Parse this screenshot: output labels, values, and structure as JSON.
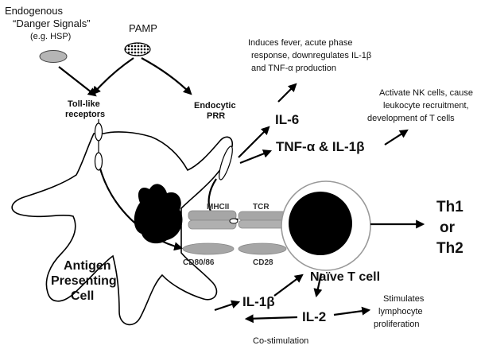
{
  "labels": {
    "endogenous_title": "Endogenous",
    "endogenous_sub": "“Danger Signals”",
    "endogenous_eg": "(e.g. HSP)",
    "pamp": "PAMP",
    "tlr_line1": "Toll-like",
    "tlr_line2": "receptors",
    "prr_line1": "Endocytic",
    "prr_line2": "PRR",
    "il6_effect_1": "Induces fever, acute phase",
    "il6_effect_2": "response, downregulates IL-1β",
    "il6_effect_3": "and TNF-α production",
    "tnf_effect_1": "Activate NK cells, cause",
    "tnf_effect_2": "leukocyte recruitment,",
    "tnf_effect_3": "development of T cells",
    "il6": "IL-6",
    "tnf_il1b": "TNF-α & IL-1β",
    "mhcii": "MHCII",
    "tcr": "TCR",
    "cd80": "CD80/86",
    "cd28": "CD28",
    "th1": "Th1",
    "or": "or",
    "th2": "Th2",
    "naive": "Naïve T cell",
    "apc_line1": "Antigen",
    "apc_line2": "Presenting",
    "apc_line3": "Cell",
    "il1b": "IL-1β",
    "il2": "IL-2",
    "il2_effect_1": "Stimulates",
    "il2_effect_2": "lymphocyte",
    "il2_effect_3": "proliferation",
    "costim": "Co-stimulation"
  },
  "colors": {
    "ink": "#111111",
    "receptor_gray": "#a6a6a6",
    "hsp_gray": "#b5b5b5",
    "nucleus": "#000000"
  }
}
